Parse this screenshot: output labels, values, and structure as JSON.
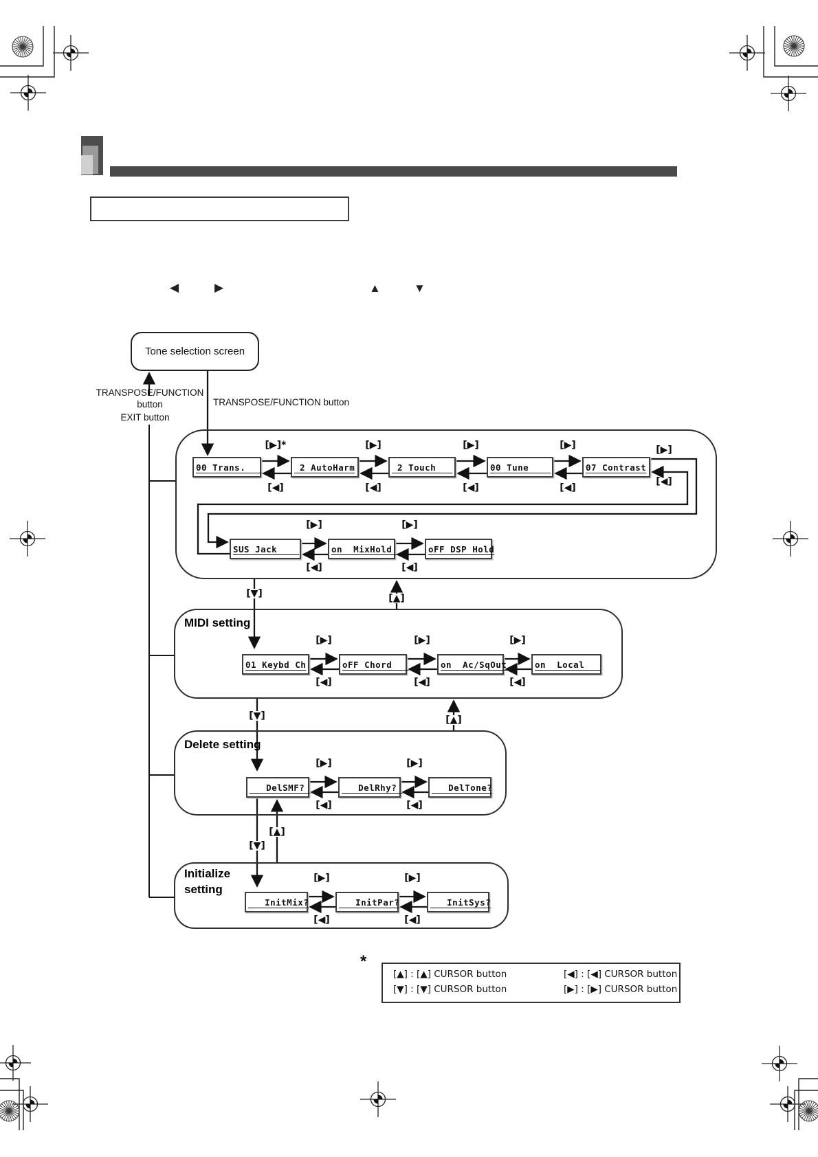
{
  "page_glyphs": {
    "left": "◀",
    "right": "▶",
    "up": "▲",
    "down": "▼"
  },
  "tone_screen": {
    "label": "Tone selection screen"
  },
  "buttons": {
    "transpose_function_line1": "TRANSPOSE/FUNCTION",
    "transpose_function_line2": "button",
    "exit": "EXIT button",
    "transpose_function_inline": "TRANSPOSE/FUNCTION button"
  },
  "cursor": {
    "right": "[▶]",
    "right_star": "[▶]*",
    "left": "[◀]",
    "up": "[▲]",
    "down": "[▼]"
  },
  "function_setting": {
    "row1": [
      "00 Trans.   ",
      " 2 AutoHarm",
      " 2 Touch   ",
      "00 Tune    ",
      "07 Contrast"
    ],
    "row2": [
      "SUS Jack    ",
      "on  MixHold ",
      "oFF DSP Hold"
    ]
  },
  "midi_setting": {
    "title": "MIDI setting",
    "screens": [
      "01 Keybd Ch",
      "oFF Chord   ",
      "on  Ac/SqOut",
      "on  Local   "
    ]
  },
  "delete_setting": {
    "title": "Delete setting",
    "screens": [
      "   DelSMF? ",
      "   DelRhy? ",
      "   DelTone?"
    ]
  },
  "initialize_setting": {
    "title_line1": "Initialize",
    "title_line2": "setting",
    "screens": [
      "   InitMix?",
      "   InitPar?",
      "   InitSys?"
    ]
  },
  "legend": {
    "asterisk": "*",
    "rows": [
      "[▲] :  [▲] CURSOR button",
      "[▼] :  [▼] CURSOR button",
      "[◀] :  [◀] CURSOR button",
      "[▶] :  [▶] CURSOR button"
    ]
  }
}
